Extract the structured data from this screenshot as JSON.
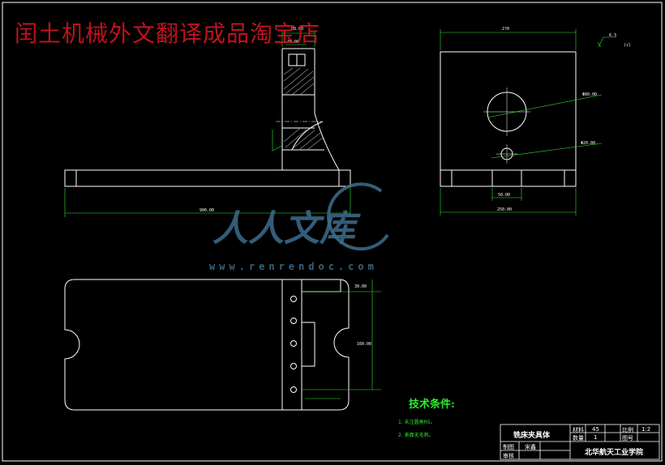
{
  "overlay_title": "闰土机械外文翻译成品淘宝店",
  "watermark": {
    "text": "人人文库",
    "url": "www.renrendoc.com"
  },
  "dimensions": {
    "top_slot_width": "88.00",
    "top_slot_inner": "40.00",
    "overall_length": "900.00",
    "side_width": "2?0",
    "roughness": "6.3",
    "roughness_paren": "(√)",
    "big_hole": "Φ80.00",
    "small_hole": "Φ20.00",
    "side_slot": "50.00",
    "side_base": "250.00",
    "plan_top": "30.00",
    "plan_vertical": "160.00"
  },
  "tech": {
    "title": "技术条件:",
    "note1": "1. 未注圆角R5。",
    "note2": "2. 表面无毛刺。"
  },
  "title_block": {
    "part_name": "铣床夹具体",
    "material_label": "材料",
    "material_value": "45",
    "scale_label": "比例",
    "scale_value": "1:2",
    "qty_label": "数量",
    "qty_value": "1",
    "drawing_no_label": "图号",
    "drawing_no_value": "",
    "drawn_label": "制图",
    "drawn_value": "宋鑫",
    "checked_label": "审核",
    "school": "北华航天工业学院"
  }
}
